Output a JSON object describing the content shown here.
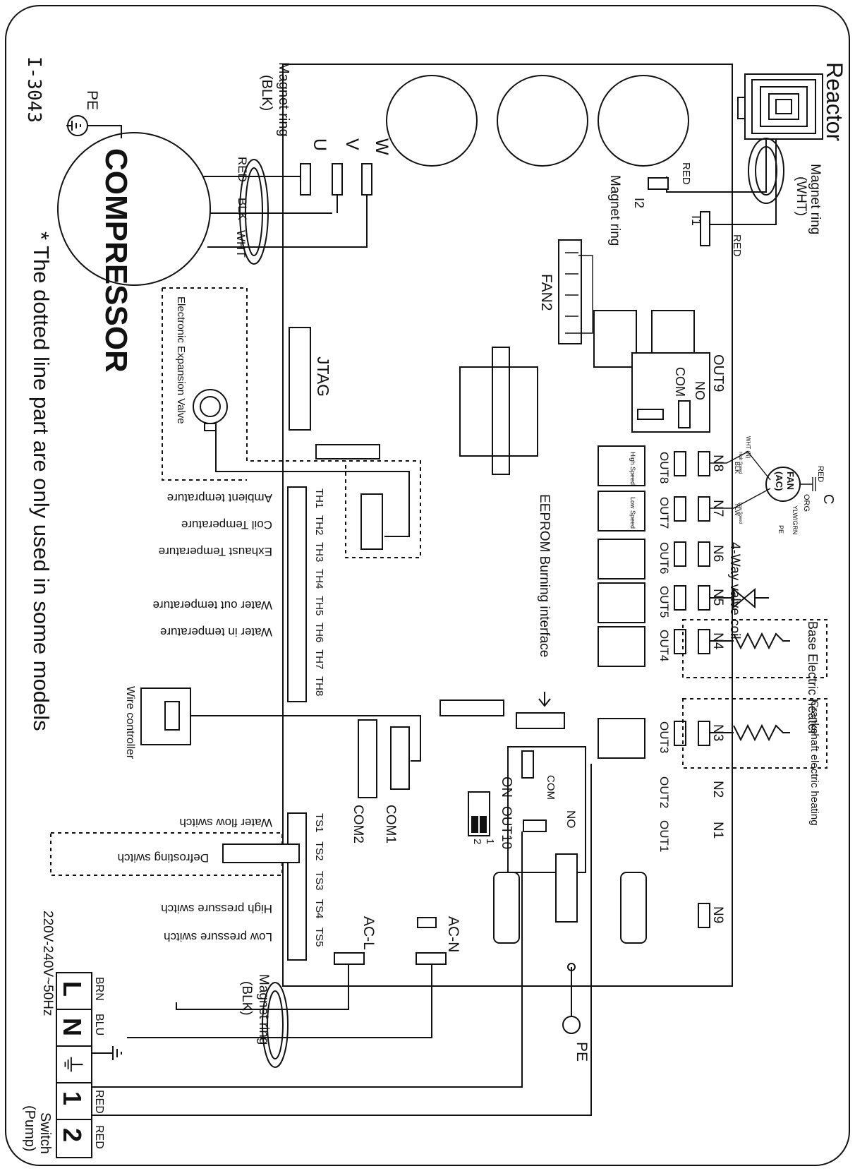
{
  "diagram": {
    "doc_id": "I-3043",
    "note": "* The dotted line part are only used in some models",
    "reactor": {
      "label": "Reactor",
      "ring_label": "Magnet ring",
      "ring_color": "(WHT)"
    },
    "current_sensors": {
      "i1": "I1",
      "i2": "I2",
      "i1_wire": "RED",
      "i2_wire": "RED",
      "ring_label": "Magnet ring"
    },
    "compressor": {
      "label": "COMPRESSOR",
      "wires": [
        "RED",
        "BLK",
        "WHT"
      ],
      "pe": "PE",
      "ring_label": "Magnet ring",
      "ring_color": "(BLK)"
    },
    "uvw": [
      "U",
      "V",
      "W"
    ],
    "fan2": "FAN2",
    "jtag": "JTAG",
    "expansion_valve": "Electronic Expansion Valve",
    "eeprom": "EEPROM Burning interface",
    "out9": {
      "label": "OUT9",
      "no": "NO",
      "com": "COM"
    },
    "outputs": {
      "n_labels": [
        "N8",
        "N7",
        "N6",
        "N5",
        "N4",
        "N3",
        "N2",
        "N1",
        "N9"
      ],
      "out_labels": [
        "OUT8",
        "OUT7",
        "OUT6",
        "OUT5",
        "OUT4",
        "OUT3",
        "OUT2",
        "OUT1"
      ],
      "high_speed": "High Speed",
      "low_speed": "Low Speed",
      "four_way": "4-Way valve coil",
      "base_heater": "Base Electric heater",
      "crank_heater": "Crankshaft electric heating"
    },
    "fan_ac": {
      "label_top": "FAN",
      "label_bottom": "(AC)",
      "c": "C",
      "red": "RED",
      "org": "ORG",
      "ylw_grn": "YLW/GRN",
      "pe": "PE",
      "wht_n": "WHT (N)",
      "high_speed_small": "High Speed",
      "blk": "BLK",
      "ylw": "YLW",
      "low_speed_small": "Low Speed"
    },
    "sensors": {
      "th_labels": [
        "TH1",
        "TH2",
        "TH3",
        "TH4",
        "TH5",
        "TH6",
        "TH7",
        "TH8"
      ],
      "th_desc": [
        "Ambient temprature",
        "Coil Temperature",
        "Exhaust Temperature",
        "Water out temperature",
        "Water in temperature"
      ],
      "ts_labels": [
        "TS1",
        "TS2",
        "TS3",
        "TS4",
        "TS5"
      ],
      "ts_desc": [
        "Water flow switch",
        "Defrosting switch",
        "High pressure switch",
        "Low pressure switch"
      ]
    },
    "wire_controller": "Wire controller",
    "com1": "COM1",
    "com2": "COM2",
    "out10": {
      "label": "OUT10",
      "on": "ON",
      "one": "1",
      "two": "2",
      "no": "NO",
      "com": "COM"
    },
    "power": {
      "ac_l": "AC-L",
      "ac_n": "AC-N",
      "pe": "PE",
      "ring_label": "Magnet ring",
      "ring_color": "(BLK)",
      "brn": "BRN",
      "blu": "BLU",
      "red1": "RED",
      "red2": "RED",
      "terminal": [
        "L",
        "N",
        "⏚",
        "1",
        "2"
      ],
      "supply": "220V-240V~50Hz",
      "switch": "Switch",
      "pump": "(Pump)"
    }
  }
}
